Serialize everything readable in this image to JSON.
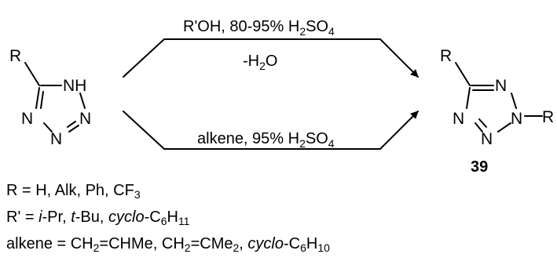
{
  "reactant": {
    "substituent": "R",
    "atom_nh": "NH",
    "atom_n": "N"
  },
  "product": {
    "substituent_c": "R",
    "substituent_n": "R",
    "atom_n": "N",
    "compound_number": "39"
  },
  "upper_path": {
    "reagent_main": "R'OH, 80-95% H",
    "reagent_sub_2": "2",
    "reagent_so": "SO",
    "reagent_sub_4": "4",
    "byproduct_main": "-H",
    "byproduct_sub": "2",
    "byproduct_end": "O"
  },
  "lower_path": {
    "reagent_main": "alkene, 95% H",
    "reagent_sub_2": "2",
    "reagent_so": "SO",
    "reagent_sub_4": "4"
  },
  "definitions": {
    "r": {
      "prefix": "R = H, Alk, Ph, CF",
      "sub": "3"
    },
    "r_prime": {
      "prefix": "R' = ",
      "ipr": "i",
      "ipr_rest": "-Pr, ",
      "tbu": "t",
      "tbu_rest": "-Bu, ",
      "cyclo": "cyclo",
      "c": "-C",
      "c_sub": "6",
      "h": "H",
      "h_sub": "11"
    },
    "alkene": {
      "prefix": "alkene = CH",
      "s1": "2",
      "t1": "=CHMe, CH",
      "s2": "2",
      "t2": "=CMe",
      "s3": "2",
      "t3": ", ",
      "cyclo": "cyclo",
      "c": "-C",
      "c_sub": "6",
      "h": "H",
      "h_sub": "10"
    }
  }
}
